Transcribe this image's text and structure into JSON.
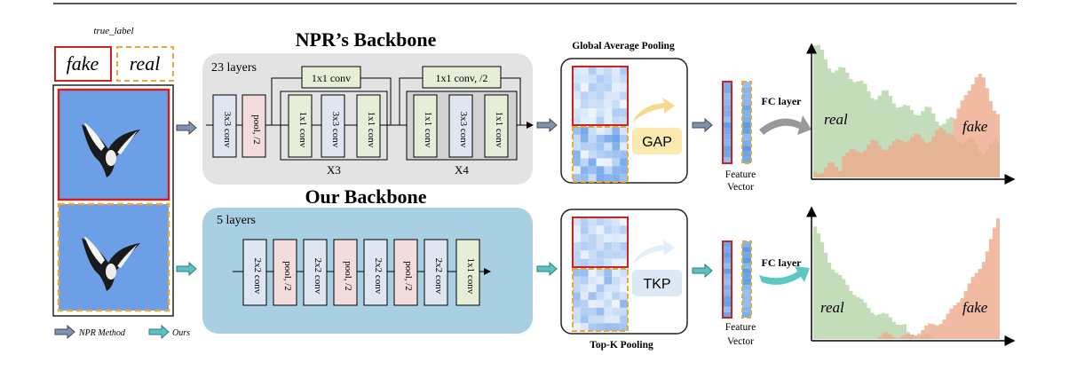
{
  "legend": {
    "true_label": "true_label",
    "fake": "fake",
    "real": "real",
    "npr_method": "NPR Method",
    "ours": "Ours"
  },
  "npr": {
    "title": "NPR’s Backbone",
    "layers": "23 layers",
    "blocks": [
      "3x3 conv",
      "pool, /2",
      "1x1 conv",
      "3x3 conv",
      "1x1 conv",
      "1x1 conv",
      "3x3 conv",
      "1x1 conv"
    ],
    "skip1": "1x1 conv",
    "skip2": "1x1 conv, /2",
    "repeat1": "X3",
    "repeat2": "X4"
  },
  "ours": {
    "title": "Our Backbone",
    "layers": "5 layers",
    "blocks": [
      "2x2 conv",
      "pool, /2",
      "2x2 conv",
      "pool, /2",
      "2x2 conv",
      "pool, /2",
      "2x2 conv",
      "1x1 conv"
    ]
  },
  "pooling": {
    "gap_title": "Global Average Pooling",
    "gap_label": "GAP",
    "tkp_title": "Top-K Pooling",
    "tkp_label": "TKP"
  },
  "feature": {
    "label1": "Feature",
    "label2": "Vector",
    "fc_label": "FC layer"
  },
  "hist": {
    "real": "real",
    "fake": "fake"
  },
  "colors": {
    "fake_border": "#cc2222",
    "real_border": "#e8a93a",
    "npr_arrow": "#7f93ad",
    "ours_arrow": "#5cc0c4",
    "npr_panel": "#e3e3e3",
    "ours_panel": "#a9cfe3",
    "conv_block": "#dfe6f2",
    "pool_block": "#f2dcdc",
    "onebyone_block": "#e6eed8",
    "hist_real": "#b9d6ad",
    "hist_fake": "#eeaa8c"
  }
}
